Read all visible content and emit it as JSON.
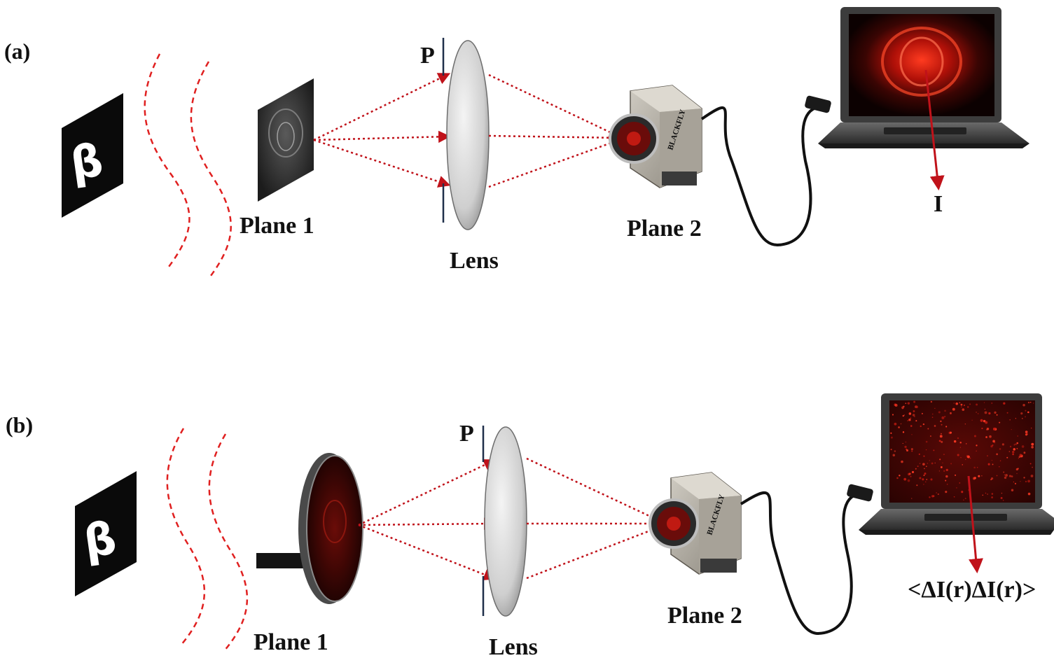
{
  "panels": [
    {
      "id": "a",
      "label": "(a)",
      "object_glyph": "β",
      "plane1_label": "Plane 1",
      "p_label": "P",
      "lens_label": "Lens",
      "plane2_label": "Plane 2",
      "output_label": "I",
      "camera_brand": "BLACKFLY"
    },
    {
      "id": "b",
      "label": "(b)",
      "object_glyph": "β",
      "plane1_label": "Plane 1",
      "p_label": "P",
      "lens_label": "Lens",
      "plane2_label": "Plane 2",
      "output_label": "<ΔI(r)ΔI(r)>",
      "camera_brand": "BLACKFLY"
    }
  ],
  "colors": {
    "ray": "#c0121a",
    "wavefront": "#e02020",
    "lens_fill": "#cfcfcf",
    "object_bg": "#0a0a0a",
    "screen_glow": "#ff2a1a"
  }
}
